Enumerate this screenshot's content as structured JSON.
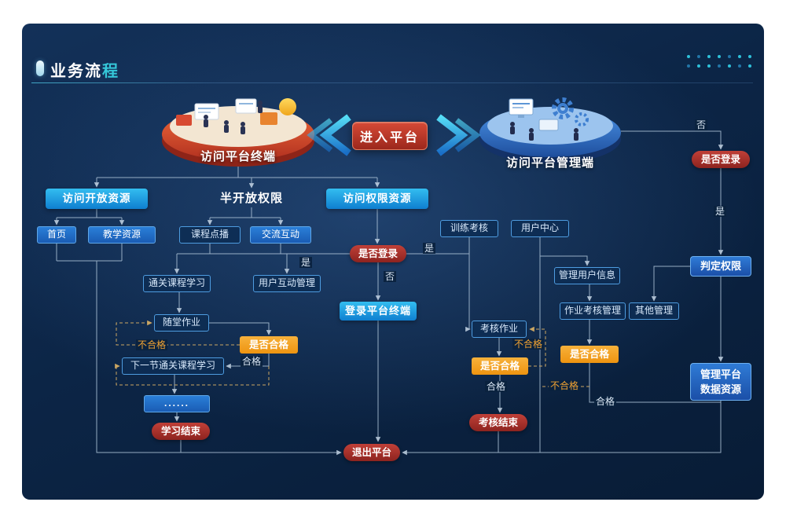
{
  "header": {
    "title_main": "业务流",
    "title_accent": "程"
  },
  "hero": {
    "enter_button": "进入平台",
    "left_island": "访问平台终端",
    "right_island": "访问平台管理端"
  },
  "nodes": {
    "open_resources": "访问开放资源",
    "semi_open": "半开放权限",
    "perm_resources": "访问权限资源",
    "home": "首页",
    "teaching_resources": "教学资源",
    "course_vod": "课程点播",
    "interaction": "交流互动",
    "training_exam": "训练考核",
    "user_center": "用户中心",
    "is_login_center": "是否登录",
    "pass_course_study": "通关课程学习",
    "user_interaction_mgmt": "用户互动管理",
    "login_terminal": "登录平台终端",
    "class_homework": "随堂作业",
    "is_qualified_left": "是否合格",
    "next_pass_course": "下一节通关课程学习",
    "ellipsis": "......",
    "study_end": "学习结束",
    "exam_homework": "考核作业",
    "is_qualified_mid": "是否合格",
    "exam_end": "考核结束",
    "manage_user_info": "管理用户信息",
    "homework_exam_mgmt": "作业考核管理",
    "other_mgmt": "其他管理",
    "is_qualified_right": "是否合格",
    "is_login_right": "是否登录",
    "judge_permission": "判定权限",
    "manage_platform_data": "管理平台数据资源",
    "exit_platform": "退出平台"
  },
  "edge_labels": {
    "yes": "是",
    "no": "否",
    "pass": "合格",
    "fail": "不合格"
  },
  "icons": {
    "title_marker": "capsule-marker",
    "flow_left": "double-chevron-left",
    "flow_right": "double-chevron-right",
    "decor": "dots-grid"
  },
  "colors": {
    "accent_teal": "#35c8da",
    "node_cyan": "#1e9fe0",
    "node_blue": "#1a5fb8",
    "node_red": "#a93226",
    "node_orange": "#f29b1d",
    "enter_red": "#c0392b"
  }
}
